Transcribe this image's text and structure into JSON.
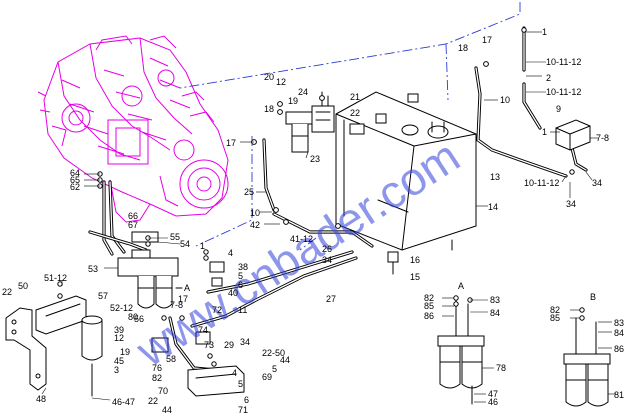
{
  "watermark": "www.cnbader.com",
  "colors": {
    "engine": "#e600e6",
    "watermark": "#2f3fd9",
    "dash_line": "#2a3bd6",
    "line": "#000000"
  },
  "view_labels": {
    "a": "A",
    "b": "B",
    "a_arrow": "A"
  },
  "callouts": {
    "c1a": "1",
    "c2": "2",
    "c1011_12a": "10-11-12",
    "c1011_12b": "10-11-12",
    "c18a": "18",
    "c17a": "17",
    "c10a": "10",
    "c9": "9",
    "c1b": "1",
    "c7_8a": "7-8",
    "c13": "13",
    "c1011_12c": "10-11-12",
    "c34a": "34",
    "c34b": "34",
    "c14": "14",
    "c20": "20",
    "c12a": "12",
    "c24": "24",
    "c19a": "19",
    "c18b": "18",
    "c21": "21",
    "c22a": "22",
    "c17b": "17",
    "c23": "23",
    "c25": "25",
    "c10b": "10",
    "c42": "42",
    "c41_12": "41-12",
    "c26": "26",
    "c34c": "34",
    "c16": "16",
    "c15": "15",
    "c27": "27",
    "c64": "64",
    "c65": "65",
    "c62": "62",
    "c66": "66",
    "c67": "67",
    "c55": "55",
    "c54": "54",
    "c53": "53",
    "c51_12": "51-12",
    "c22b": "22",
    "c50a": "50",
    "c57": "57",
    "c52_12": "52-12",
    "c56": "56",
    "c1c": "1",
    "c4a": "4",
    "c38": "38",
    "c5a": "5",
    "c6a": "6",
    "c17c": "17",
    "c40": "40",
    "c7_8b": "7-8",
    "c11": "11",
    "c72": "72",
    "c29": "29",
    "c34d": "34",
    "c80": "80",
    "c39": "39",
    "c12b": "12",
    "c19b": "19",
    "c45": "45",
    "c3": "3",
    "c74": "74",
    "c73": "73",
    "c58": "58",
    "c76": "76",
    "c82a": "82",
    "c70": "70",
    "c22c": "22",
    "c44a": "44",
    "c4b": "4",
    "c5b": "5",
    "c69": "69",
    "c6b": "6",
    "c71": "71",
    "c22_50": "22-50",
    "c44b": "44",
    "c48": "48",
    "c46_47a": "46-47",
    "c5c": "5",
    "c82b": "82",
    "c85a": "85",
    "c86a": "86",
    "c83a": "83",
    "c84a": "84",
    "c78": "78",
    "c47": "47",
    "c46": "46",
    "c82c": "82",
    "c85b": "85",
    "c83b": "83",
    "c84b": "84",
    "c86b": "86",
    "c81": "81"
  }
}
